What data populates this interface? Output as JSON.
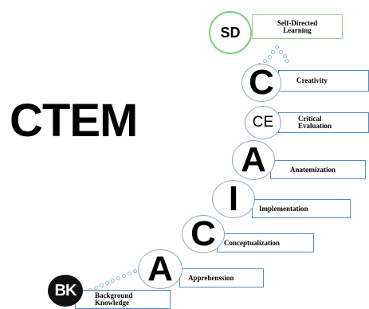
{
  "title": "CTEM",
  "steps": [
    {
      "glyph": "BK",
      "label_lines": [
        "Background",
        "Knowledge"
      ]
    },
    {
      "glyph": "A",
      "label_lines": [
        "Apprehenssion"
      ]
    },
    {
      "glyph": "C",
      "label_lines": [
        "Conceptualization"
      ]
    },
    {
      "glyph": "I",
      "label_lines": [
        "Implementation"
      ]
    },
    {
      "glyph": "A",
      "label_lines": [
        "Anatomization"
      ]
    },
    {
      "glyph": "CE",
      "label_lines": [
        "Critical",
        "Evaluation"
      ]
    },
    {
      "glyph": "C",
      "label_lines": [
        "Creativity"
      ]
    },
    {
      "glyph": "SD",
      "label_lines": [
        "Self-Directed",
        "Learning"
      ]
    }
  ],
  "colors": {
    "box_border": "#4f8ec4",
    "dots": "#8bbfd8",
    "top_accent": "#7ccf7a"
  }
}
